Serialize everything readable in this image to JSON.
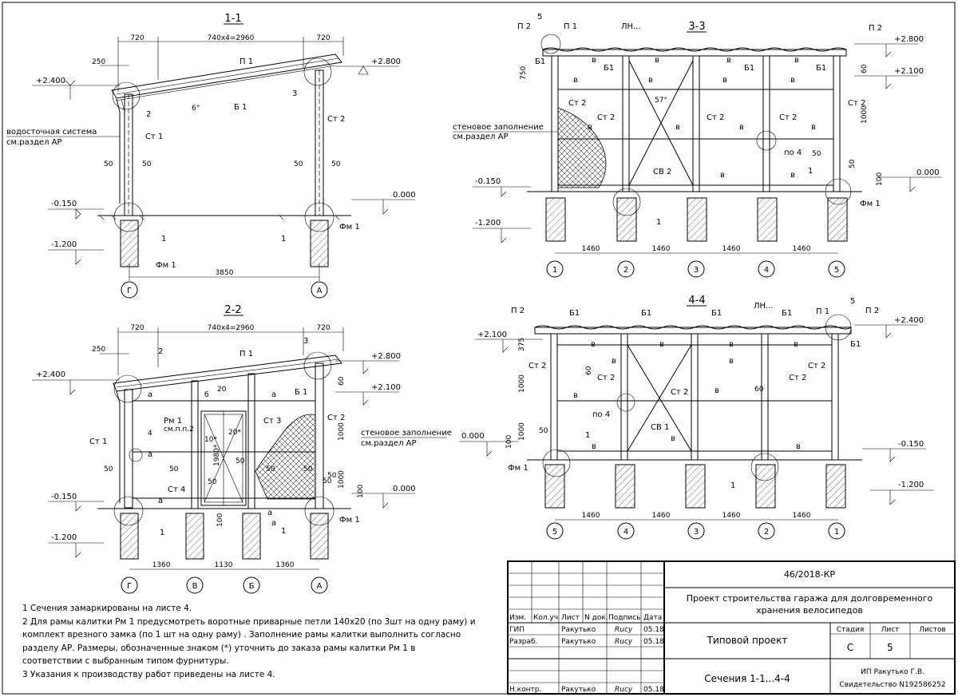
{
  "sections": {
    "s11": {
      "title": "1-1",
      "dims_top": [
        "720",
        "740x4=2960",
        "720"
      ],
      "dim_250": "250",
      "elev": [
        "+2.400",
        "+2.800",
        "-0.150",
        "0.000",
        "-1.200"
      ],
      "labels": [
        "П 1",
        "Б 1",
        "6°",
        "2",
        "3",
        "Ст 1",
        "Ст 2",
        "50",
        "50",
        "50",
        "50",
        "1",
        "1",
        "Фм 1",
        "Фм 1"
      ],
      "drain_note": [
        "водосточная система",
        "см.раздел АР"
      ],
      "bottom_dim": "3850",
      "axes": [
        "Г",
        "А"
      ]
    },
    "s22": {
      "title": "2-2",
      "dims_top": [
        "720",
        "740x4=2960",
        "720"
      ],
      "dim_250": "250",
      "elev": [
        "+2.400",
        "+2.800",
        "+2.100",
        "-0.150",
        "0.000",
        "-1.200"
      ],
      "labels": [
        "2",
        "3",
        "П 1",
        "Б 1",
        "а",
        "а",
        "б",
        "20",
        "Рм 1",
        "см.п.п.2",
        "Ст 3",
        "Ст 2",
        "Ст 1",
        "4",
        "10*",
        "20*",
        "1980*",
        "50",
        "50",
        "50",
        "50",
        "50",
        "50",
        "50",
        "50",
        "Ст 4",
        "а",
        "а",
        "а",
        "а",
        "1",
        "1",
        "Фм 1",
        "60",
        "1000",
        "1000",
        "100",
        "100"
      ],
      "wall_note": [
        "стеновое заполнение",
        "см.раздел АР"
      ],
      "bottom_dims": [
        "1360",
        "1130",
        "1360"
      ],
      "axes": [
        "Г",
        "В",
        "Б",
        "А"
      ]
    },
    "s33": {
      "title": "3-3",
      "elev": [
        "+2.800",
        "+2.100",
        "-0.150",
        "0.000",
        "-1.200"
      ],
      "labels": [
        "П 2",
        "5",
        "П 1",
        "ЛН...",
        "П 2",
        "Б1",
        "Б1",
        "Б1",
        "Б1",
        "в",
        "в",
        "в",
        "в",
        "в",
        "в",
        "в",
        "в",
        "в",
        "в",
        "в",
        "в",
        "в",
        "в",
        "Ст 2",
        "Ст 2",
        "Ст 2",
        "Ст 2",
        "Ст 2",
        "57°",
        "по 4",
        "СВ 2",
        "1",
        "1",
        "Фм 1",
        "750",
        "60",
        "1000",
        "100",
        "50",
        "50"
      ],
      "wall_note": [
        "стеновое заполнение",
        "см.раздел АР"
      ],
      "bottom_dims": [
        "1460",
        "1460",
        "1460",
        "1460"
      ],
      "axes": [
        "1",
        "2",
        "3",
        "4",
        "5"
      ]
    },
    "s44": {
      "title": "4-4",
      "elev": [
        "+2.100",
        "+2.400",
        "0.000",
        "-0.150",
        "-1.200"
      ],
      "labels": [
        "П 2",
        "Б1",
        "Б1",
        "Б1",
        "ЛН...",
        "Б1",
        "П 1",
        "5",
        "П 2",
        "Б1",
        "в",
        "в",
        "в",
        "в",
        "в",
        "в",
        "в",
        "в",
        "в",
        "в",
        "в",
        "Ст 2",
        "Ст 2",
        "Ст 2",
        "Ст 2",
        "Ст 2",
        "60",
        "60",
        "по 4",
        "СВ 1",
        "1",
        "1",
        "Фм 1",
        "375",
        "1000",
        "1000",
        "100",
        "50"
      ],
      "bottom_dims": [
        "1460",
        "1460",
        "1460",
        "1460"
      ],
      "axes": [
        "5",
        "4",
        "3",
        "2",
        "1"
      ]
    }
  },
  "notes": [
    "1 Сечения замаркированы на листе 4.",
    "2 Для рамы калитки Рм 1 предусмотреть воротные приварные петли 140х20 (по 3шт на одну раму) и",
    "комплект врезного замка (по 1 шт на одну раму) .   Заполнение рамы калитки выполнить согласно",
    "разделу АР. Размеры, обозначенные знаком (*) уточнить до заказа рамы калитки Рм 1 в",
    "соответствии с выбранным типом фурнитуры.",
    "3 Указания к производству работ приведены на листе 4."
  ],
  "title_block": {
    "doc_code": "46/2018-КР",
    "project": [
      "Проект строительства гаража для долговременного",
      "хранения велосипедов"
    ],
    "header_cols": [
      "Изм.",
      "Кол.уч",
      "Лист",
      "N док.",
      "Подпись",
      "Дата"
    ],
    "rows": [
      {
        "role": "ГИП",
        "name": "Ракутько",
        "date": "05.18"
      },
      {
        "role": "Разраб.",
        "name": "Ракутько",
        "date": "05.18"
      },
      {
        "role": "Н.контр.",
        "name": "Ракутько",
        "date": "05.18"
      }
    ],
    "signature": "Rucy",
    "typical": "Типовой проект",
    "stage_headers": [
      "Стадия",
      "Лист",
      "Листов"
    ],
    "stage": "С",
    "sheet": "5",
    "sheets": "",
    "sheet_title": "Сечения 1-1...4-4",
    "org": [
      "ИП Ракутько Г.В.",
      "Свидетельство N192586252"
    ]
  }
}
